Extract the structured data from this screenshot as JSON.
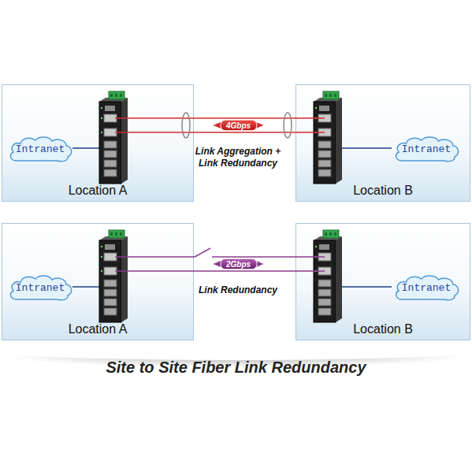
{
  "diagram": {
    "caption": "Site to Site Fiber Link Redundancy",
    "nodes": [
      {
        "text": [
          "Location A"
        ]
      },
      {
        "text": [
          "Intranet"
        ],
        "in": 0
      },
      {
        "text": [
          "Location B"
        ]
      },
      {
        "text": [
          "Intranet"
        ],
        "in": 2
      },
      {
        "text": [
          "Location A"
        ]
      },
      {
        "text": [
          "Intranet"
        ],
        "in": 4
      },
      {
        "text": [
          "Location B"
        ]
      },
      {
        "text": [
          "Intranet"
        ],
        "in": 6
      }
    ],
    "edges": [
      {
        "from": 0,
        "to": 2,
        "label": "4Gbps",
        "arrow": "both"
      },
      {
        "from": 4,
        "to": 6,
        "label": "2Gbps",
        "arrow": "both"
      }
    ],
    "labels": [
      "Link Aggregation + Link Redundancy",
      "Link Redundancy"
    ]
  }
}
